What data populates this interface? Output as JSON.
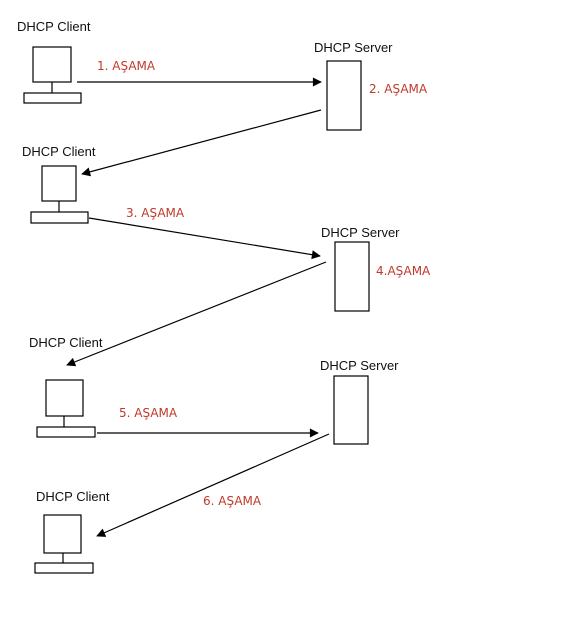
{
  "client_label": "DHCP Client",
  "server_label": "DHCP Server",
  "steps": [
    "1. AŞAMA",
    "2. AŞAMA",
    "3. AŞAMA",
    "4.AŞAMA",
    "5. AŞAMA",
    "6. AŞAMA"
  ],
  "colors": {
    "step_text": "#c0392b",
    "lines": "#000000"
  }
}
